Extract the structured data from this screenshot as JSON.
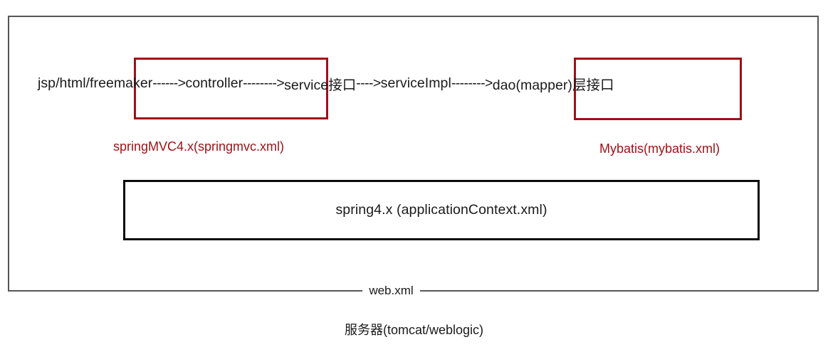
{
  "diagram": {
    "title": "Spring MVC layered architecture diagram",
    "colors": {
      "accent_red": "#9e1016",
      "box_black": "#0b0b0b",
      "outer_gray": "#565656",
      "text": "#1a1a1a",
      "background": "#ffffff"
    },
    "flow": {
      "segments": [
        {
          "id": "view",
          "text": "jsp/html/freemaker"
        },
        {
          "id": "arrow-1",
          "text": "------>"
        },
        {
          "id": "controller",
          "text": "controller"
        },
        {
          "id": "arrow-2",
          "text": "-------->"
        },
        {
          "id": "service",
          "text": "service接口"
        },
        {
          "id": "arrow-3",
          "text": "---->"
        },
        {
          "id": "service-impl",
          "text": "serviceImpl"
        },
        {
          "id": "arrow-4",
          "text": "-------->"
        },
        {
          "id": "dao",
          "text": "dao(mapper)层接口"
        }
      ]
    },
    "highlight_boxes": [
      {
        "id": "springmvc-frame",
        "caption": "springMVC4.x(springmvc.xml)"
      },
      {
        "id": "mybatis-frame",
        "caption": "Mybatis(mybatis.xml)"
      }
    ],
    "container_box": {
      "label": "spring4.x (applicationContext.xml)"
    },
    "web_xml": {
      "label": "web.xml"
    },
    "server": {
      "label": "服务器(tomcat/weblogic)"
    }
  }
}
